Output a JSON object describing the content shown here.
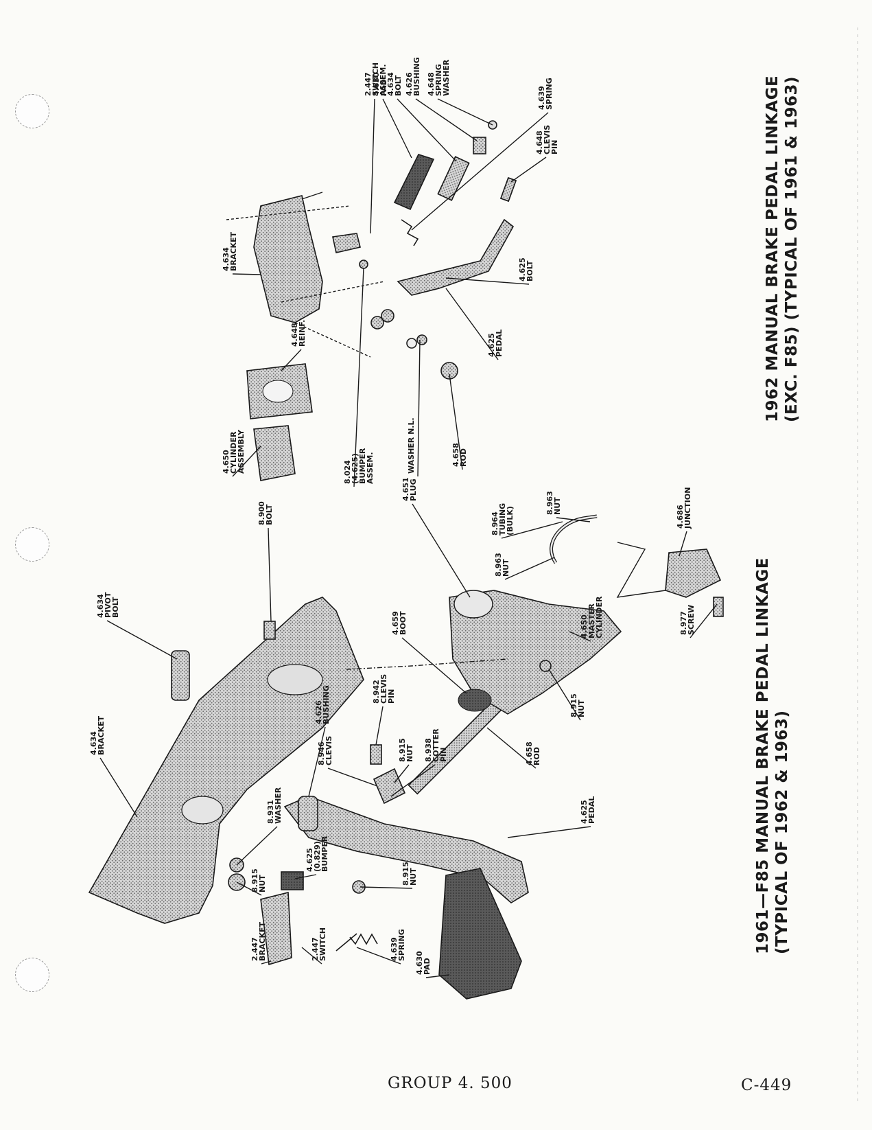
{
  "titles": {
    "diagram_1962": [
      "1962 MANUAL BRAKE PEDAL LINKAGE",
      "(EXC. F85) (TYPICAL OF 1961 & 1963)"
    ],
    "diagram_1961": [
      "1961—F85 MANUAL BRAKE PEDAL LINKAGE",
      "(TYPICAL OF 1962 & 1963)"
    ]
  },
  "footer": {
    "group": "GROUP 4. 500",
    "page": "C-449"
  },
  "callouts_1962": [
    [
      "4.630",
      "PAD"
    ],
    [
      "2.447",
      "SWITCH",
      "ASSEM."
    ],
    [
      "4.634",
      "BOLT"
    ],
    [
      "4.626",
      "BUSHING"
    ],
    [
      "4.648",
      "SPRING",
      "WASHER"
    ],
    [
      "4.639",
      "SPRING"
    ],
    [
      "4.648",
      "CLEVIS",
      "PIN"
    ],
    [
      "4.634",
      "BRACKET"
    ],
    [
      "4.648",
      "REINF."
    ],
    [
      "4.625",
      "BOLT"
    ],
    [
      "4.625",
      "PEDAL"
    ],
    [
      "4.650",
      "CYLINDER",
      "ASSEMBLY"
    ],
    [
      "8.024",
      "(4.625)",
      "BUMPER",
      "ASSEM."
    ],
    [
      "WASHER N.L."
    ],
    [
      "4.658",
      "ROD"
    ]
  ],
  "callouts_1961": [
    [
      "4.634",
      "BRACKET"
    ],
    [
      "4.634",
      "PIVOT",
      "BOLT"
    ],
    [
      "8.900",
      "BOLT"
    ],
    [
      "4.651",
      "PLUG"
    ],
    [
      "8.964",
      "TUBING",
      "(BULK)"
    ],
    [
      "8.963",
      "NUT"
    ],
    [
      "8.963",
      "NUT"
    ],
    [
      "4.686",
      "JUNCTION"
    ],
    [
      "4.659",
      "BOOT"
    ],
    [
      "4.650",
      "MASTER",
      "CYLINDER"
    ],
    [
      "8.977",
      "SCREW"
    ],
    [
      "8.942",
      "CLEVIS",
      "PIN"
    ],
    [
      "4.626",
      "BUSHING"
    ],
    [
      "8.915",
      "NUT"
    ],
    [
      "8.915",
      "NUT"
    ],
    [
      "8.938",
      "COTTER",
      "PIN"
    ],
    [
      "4.658",
      "ROD"
    ],
    [
      "8.946",
      "CLEVIS"
    ],
    [
      "8.931",
      "WASHER"
    ],
    [
      "4.625",
      "(0.829)",
      "BUMPER"
    ],
    [
      "4.625",
      "PEDAL"
    ],
    [
      "8.915",
      "NUT"
    ],
    [
      "8.915",
      "NUT"
    ],
    [
      "2.447",
      "BRACKET"
    ],
    [
      "2.447",
      "SWITCH"
    ],
    [
      "4.639",
      "SPRING"
    ],
    [
      "4.630",
      "PAD"
    ]
  ]
}
